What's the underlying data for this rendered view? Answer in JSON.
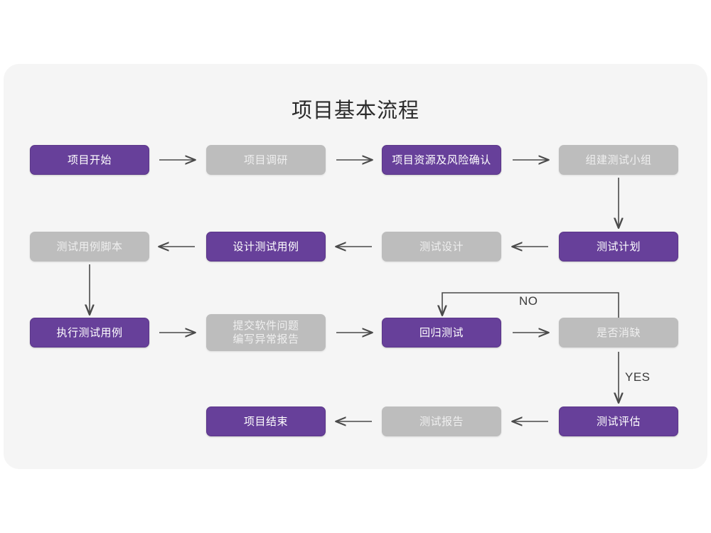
{
  "page": {
    "background_color": "#ffffff",
    "card_color": "#f5f5f5",
    "title": "项目基本流程"
  },
  "theme": {
    "purple": "#67409a",
    "gray": "#bdbdbd",
    "purple_text": "#ffffff",
    "gray_text": "#efefef",
    "arrow_color": "#4a4a4a",
    "title_color": "#2b2b2b"
  },
  "nodes": [
    {
      "id": "n1",
      "label": "项目开始",
      "style": "purple",
      "row": 1,
      "col": 1
    },
    {
      "id": "n2",
      "label": "项目调研",
      "style": "gray",
      "row": 1,
      "col": 2
    },
    {
      "id": "n3",
      "label": "项目资源及风险确认",
      "style": "purple",
      "row": 1,
      "col": 3
    },
    {
      "id": "n4",
      "label": "组建测试小组",
      "style": "gray",
      "row": 1,
      "col": 4
    },
    {
      "id": "n5",
      "label": "测试用例脚本",
      "style": "gray",
      "row": 2,
      "col": 1
    },
    {
      "id": "n6",
      "label": "设计测试用例",
      "style": "purple",
      "row": 2,
      "col": 2
    },
    {
      "id": "n7",
      "label": "测试设计",
      "style": "gray",
      "row": 2,
      "col": 3
    },
    {
      "id": "n8",
      "label": "测试计划",
      "style": "purple",
      "row": 2,
      "col": 4
    },
    {
      "id": "n9",
      "label": "执行测试用例",
      "style": "purple",
      "row": 3,
      "col": 1
    },
    {
      "id": "n10",
      "label": "提交软件问题\n编写异常报告",
      "style": "gray",
      "row": 3,
      "col": 2
    },
    {
      "id": "n11",
      "label": "回归测试",
      "style": "purple",
      "row": 3,
      "col": 3
    },
    {
      "id": "n12",
      "label": "是否消缺",
      "style": "gray",
      "row": 3,
      "col": 4
    },
    {
      "id": "n13",
      "label": "项目结束",
      "style": "purple",
      "row": 4,
      "col": 2
    },
    {
      "id": "n14",
      "label": "测试报告",
      "style": "gray",
      "row": 4,
      "col": 3
    },
    {
      "id": "n15",
      "label": "测试评估",
      "style": "purple",
      "row": 4,
      "col": 4
    }
  ],
  "edge_labels": {
    "no": "NO",
    "yes": "YES"
  },
  "edges": [
    {
      "from": "n1",
      "to": "n2",
      "direction": "right"
    },
    {
      "from": "n2",
      "to": "n3",
      "direction": "right"
    },
    {
      "from": "n3",
      "to": "n4",
      "direction": "right"
    },
    {
      "from": "n4",
      "to": "n8",
      "direction": "down"
    },
    {
      "from": "n8",
      "to": "n7",
      "direction": "left"
    },
    {
      "from": "n7",
      "to": "n6",
      "direction": "left"
    },
    {
      "from": "n6",
      "to": "n5",
      "direction": "left"
    },
    {
      "from": "n5",
      "to": "n9",
      "direction": "down"
    },
    {
      "from": "n9",
      "to": "n10",
      "direction": "right"
    },
    {
      "from": "n10",
      "to": "n11",
      "direction": "right"
    },
    {
      "from": "n11",
      "to": "n12",
      "direction": "right"
    },
    {
      "from": "n12",
      "to": "n11",
      "direction": "loop-up-left",
      "label": "NO"
    },
    {
      "from": "n12",
      "to": "n15",
      "direction": "down",
      "label": "YES"
    },
    {
      "from": "n15",
      "to": "n14",
      "direction": "left"
    },
    {
      "from": "n14",
      "to": "n13",
      "direction": "left"
    }
  ]
}
